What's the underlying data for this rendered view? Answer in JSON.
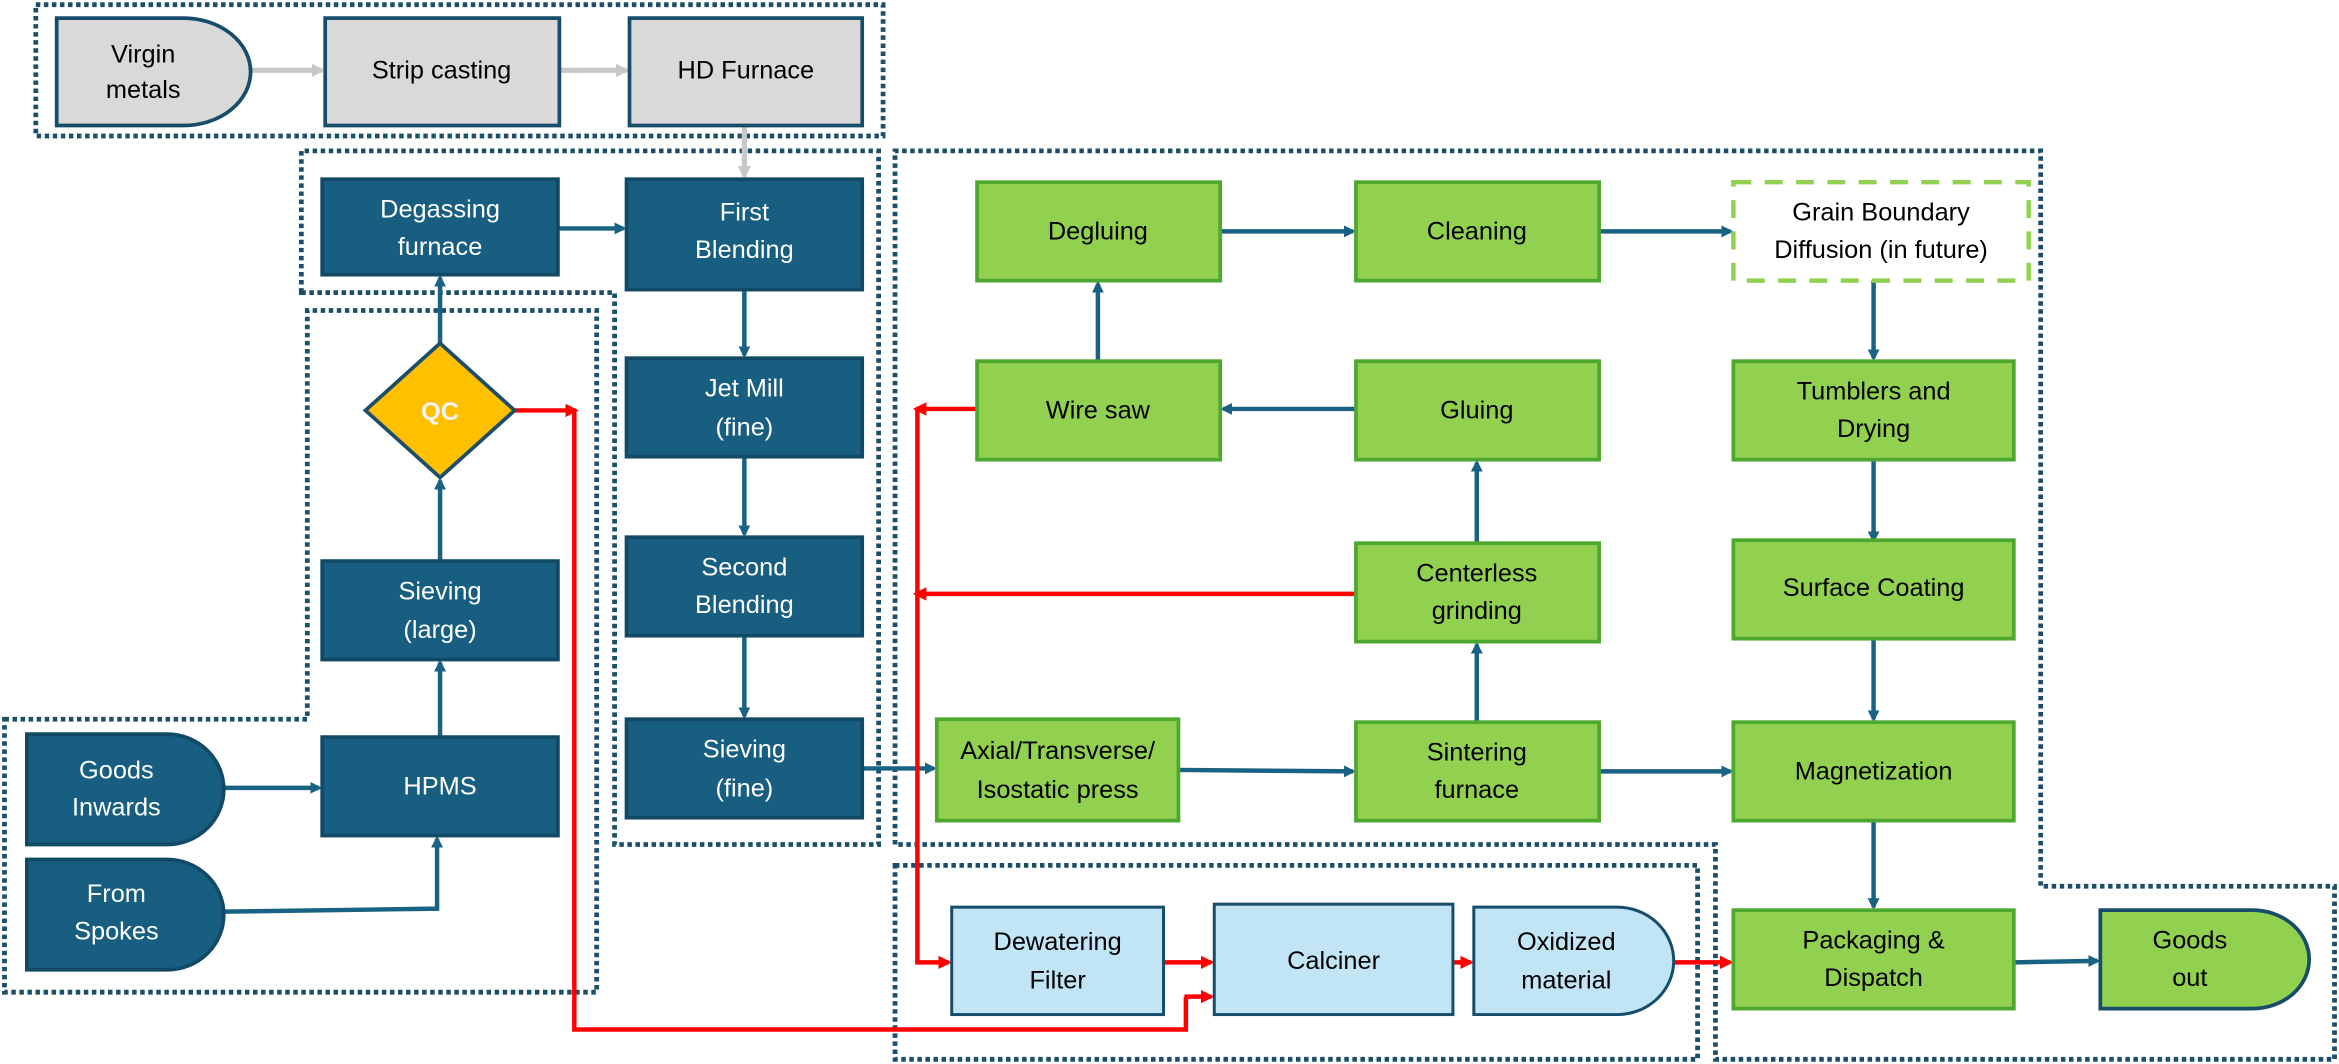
{
  "colors": {
    "process_blue": "#175e80",
    "process_green": "#92d050",
    "supply_gray": "#d9d9d9",
    "recycle_blue": "#c1e5f5",
    "qc_yellow": "#ffc000",
    "recycle_arrow": "#ff0000",
    "flow_arrow": "#1a6284"
  },
  "nodes": {
    "virgin_metals": [
      "Virgin",
      "metals"
    ],
    "strip_casting": [
      "Strip casting"
    ],
    "hd_furnace": [
      "HD Furnace"
    ],
    "degassing": [
      "Degassing",
      "furnace"
    ],
    "first_blending": [
      "First",
      "Blending"
    ],
    "jet_mill": [
      "Jet Mill",
      "(fine)"
    ],
    "second_blending": [
      "Second",
      "Blending"
    ],
    "sieving_fine": [
      "Sieving",
      "(fine)"
    ],
    "qc": [
      "QC"
    ],
    "sieving_large": [
      "Sieving",
      "(large)"
    ],
    "hpms": [
      "HPMS"
    ],
    "goods_inwards": [
      "Goods",
      "Inwards"
    ],
    "from_spokes": [
      "From",
      "Spokes"
    ],
    "degluing": [
      "Degluing"
    ],
    "cleaning": [
      "Cleaning"
    ],
    "gbd": [
      "Grain Boundary",
      "Diffusion (in future)"
    ],
    "wire_saw": [
      "Wire saw"
    ],
    "gluing": [
      "Gluing"
    ],
    "tumblers": [
      "Tumblers and",
      "Drying"
    ],
    "centerless": [
      "Centerless",
      "grinding"
    ],
    "surface_coating": [
      "Surface Coating"
    ],
    "press": [
      "Axial/Transverse/",
      "Isostatic press"
    ],
    "sintering": [
      "Sintering",
      "furnace"
    ],
    "magnetization": [
      "Magnetization"
    ],
    "packaging": [
      "Packaging &",
      "Dispatch"
    ],
    "goods_out": [
      "Goods",
      "out"
    ],
    "dewatering": [
      "Dewatering",
      "Filter"
    ],
    "calciner": [
      "Calciner"
    ],
    "oxidized": [
      "Oxidized",
      "material"
    ]
  }
}
